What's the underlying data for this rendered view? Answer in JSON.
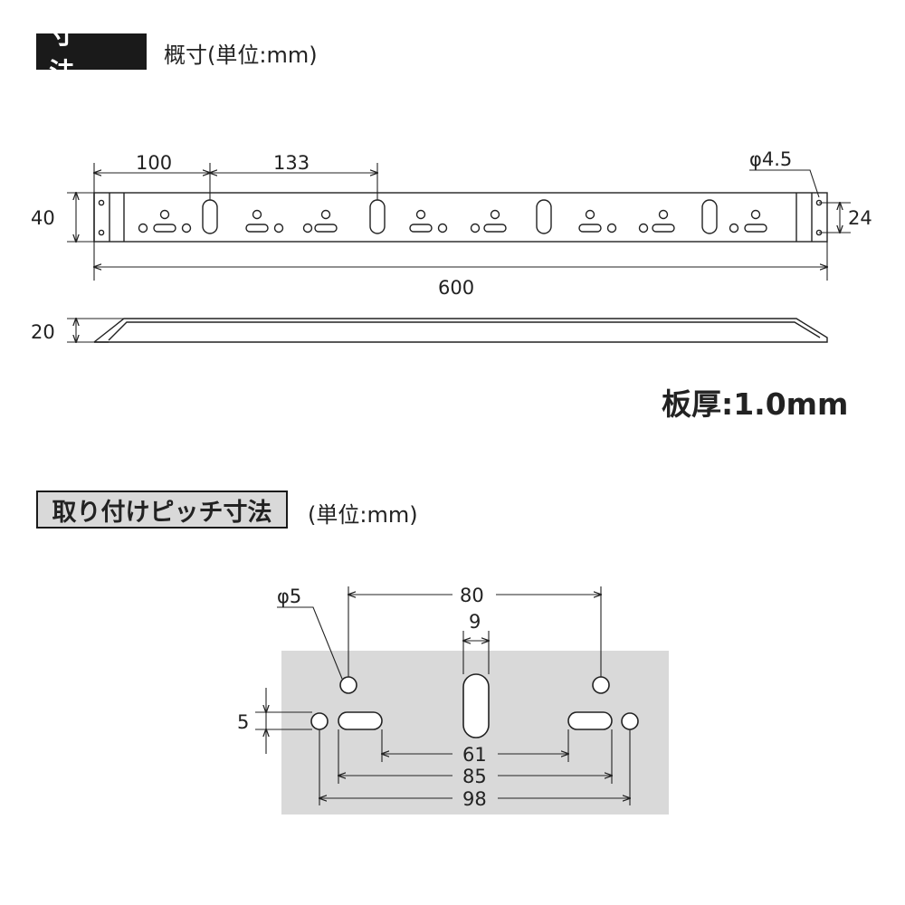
{
  "section1": {
    "title": "寸 法",
    "subtitle": "概寸(単位:mm)",
    "plate_thickness": "板厚:1.0mm",
    "dims": {
      "d100": "100",
      "d133": "133",
      "phi45": "φ4.5",
      "d40": "40",
      "d24": "24",
      "d600": "600",
      "d20": "20"
    }
  },
  "section2": {
    "title": "取り付けピッチ寸法",
    "subtitle": "(単位:mm)",
    "dims": {
      "phi5": "φ5",
      "d80": "80",
      "d9": "9",
      "d5": "5",
      "d61": "61",
      "d85": "85",
      "d98": "98"
    }
  },
  "colors": {
    "header_dark": "#1a1a1a",
    "header_light": "#d9d9d9",
    "detail_bg": "#d9d9d9",
    "line": "#222222"
  }
}
